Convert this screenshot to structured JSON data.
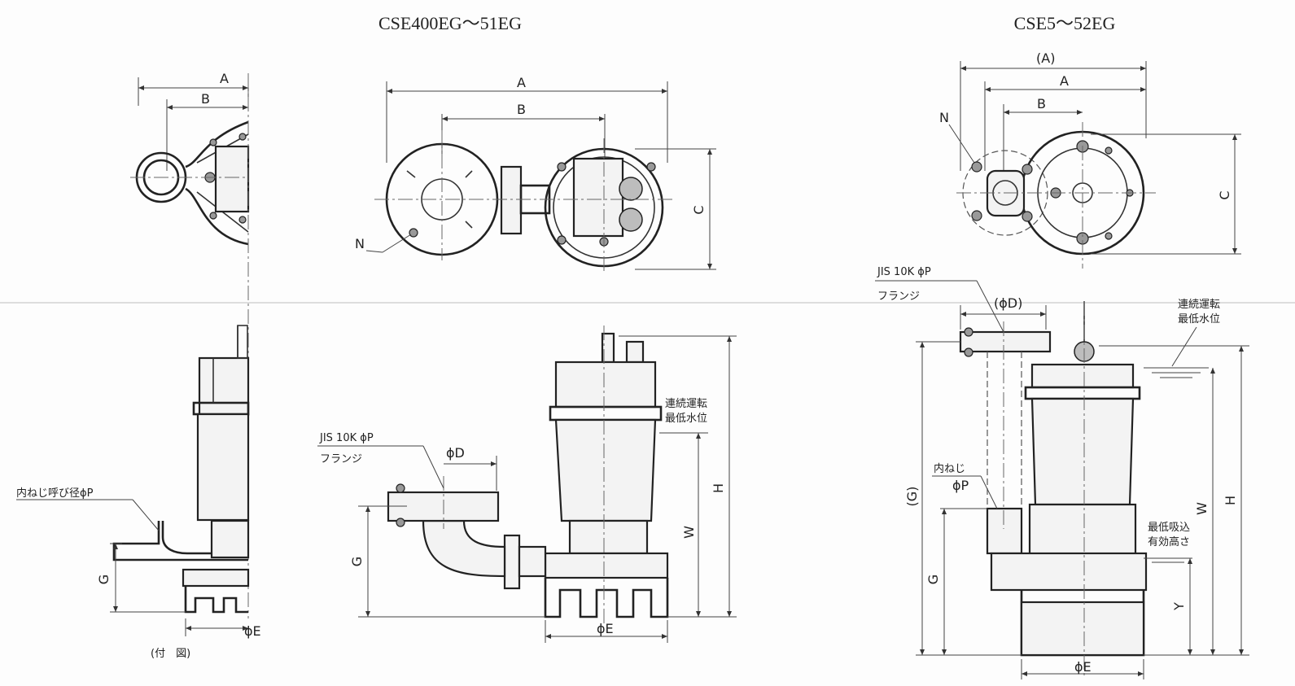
{
  "titles": {
    "left": "CSE400EG～51EG",
    "right": "CSE5～52EG"
  },
  "dims": {
    "A": "A",
    "A_paren": "(A)",
    "B": "B",
    "C": "C",
    "N": "N",
    "G": "G",
    "G_paren": "(G)",
    "H": "H",
    "W": "W",
    "Y": "Y",
    "D": "ϕD",
    "D_paren": "(ϕD)",
    "E": "ϕE",
    "P": "ϕP"
  },
  "notes": {
    "inner_thread_size": "内ねじ呼び径ϕP",
    "fig_caption": "(付　図)",
    "jis_flange_line1": "JIS 10K ϕP",
    "jis_flange_line2": "フランジ",
    "continuous_min_level_1": "連続運転",
    "continuous_min_level_2": "最低水位",
    "inner_thread": "内ねじ",
    "min_suction_1": "最低吸込",
    "min_suction_2": "有効高さ"
  }
}
